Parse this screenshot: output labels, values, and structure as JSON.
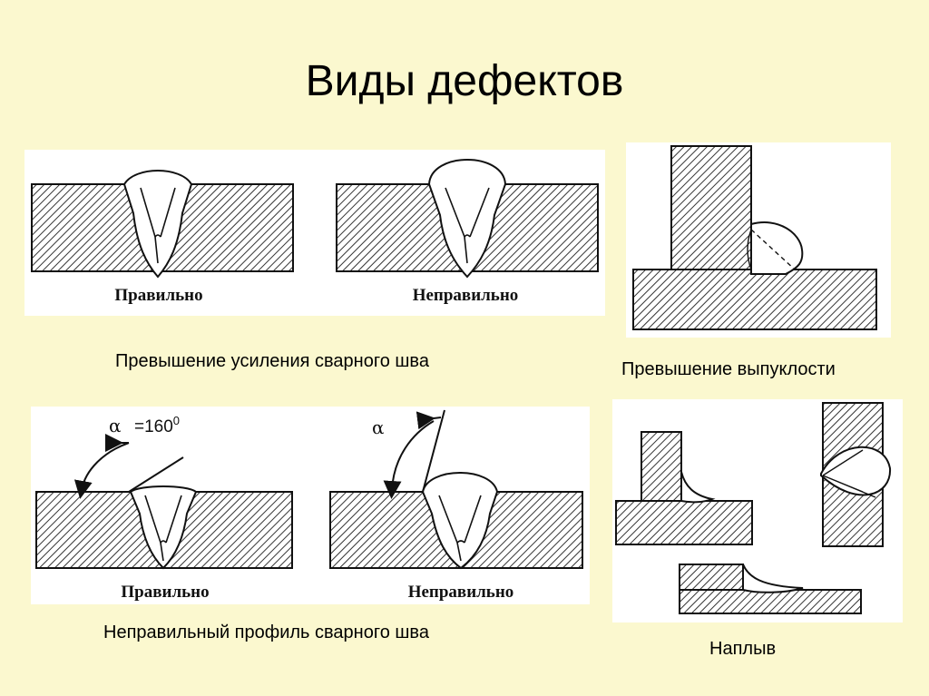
{
  "title": "Виды дефектов",
  "captions": {
    "reinforcement": "Превышение усиления сварного шва",
    "convexity": "Превышение выпуклости",
    "profile": "Неправильный профиль сварного шва",
    "overlap": "Наплыв"
  },
  "labels": {
    "correct": "Правильно",
    "incorrect": "Неправильно"
  },
  "angle": {
    "symbol": "α",
    "value": "=160",
    "superscript": "0"
  },
  "colors": {
    "background": "#fbf8cf",
    "panel": "#ffffff",
    "hatch_lines": "#333333"
  }
}
